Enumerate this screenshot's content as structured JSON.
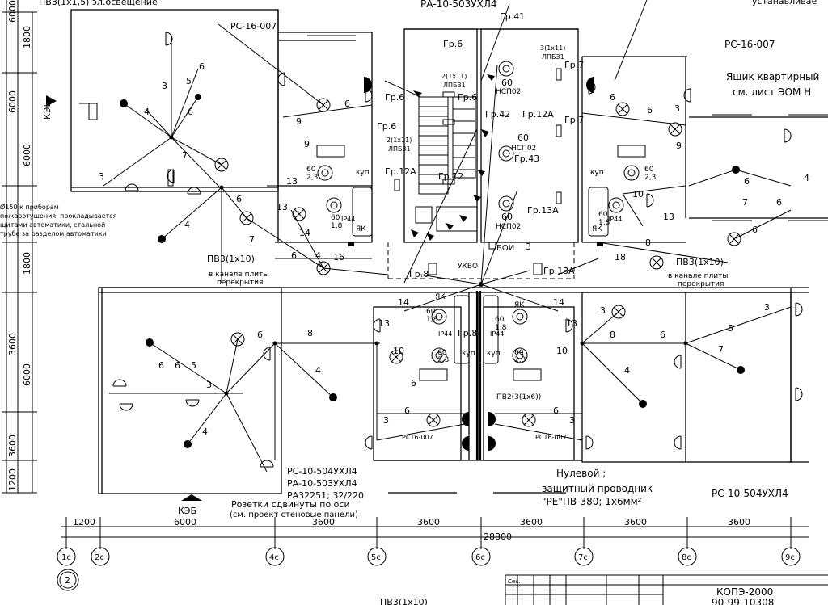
{
  "drawing": {
    "labels_top": {
      "pv3_top_left": "ПВ3(1х1,5)  эл.освещение",
      "ra_top": "РА-10-503УХЛ4",
      "ustan_top_right": "устанавливае",
      "rs16_left": "РС-16-007",
      "rs16_right": "РС-16-007",
      "yashik_line1": "Ящик квартирный",
      "yashik_line2": "см. лист ЭОМ Н"
    },
    "group_labels": {
      "gr6a": "Гр.6",
      "gr6b": "Гр.6",
      "gr6c": "Гр.6",
      "gr6d": "Гр.6",
      "gr41": "Гр.41",
      "gr42": "Гр.42",
      "gr12a_top": "Гр.12А",
      "gr43": "Гр.43",
      "gr7a": "Гр.7",
      "gr7b": "Гр.7",
      "gr12a_left": "Гр.12А",
      "gr12": "Гр.12",
      "gr13a_a": "Гр.13А",
      "gr13a_b": "Гр.13А",
      "gr8a": "Гр.8",
      "gr8b": "Гр.8"
    },
    "lamp_labels": {
      "lpb_a_1": "2(1х11)",
      "lpb_a_2": "ЛПБ31",
      "lpb_b_1": "3(1х11)",
      "lpb_b_2": "ЛПБ31",
      "lpb_c_1": "2(1х11)",
      "lpb_c_2": "ЛПБ31",
      "nsp60": "60",
      "nsp02": "НСП02",
      "ip44": "IP44",
      "kup": "куп",
      "yak": "ЯК",
      "ukvo": "УКВО",
      "boi": "БОИ",
      "val_60": "60",
      "val_18": "1,8",
      "val_23": "2,3"
    },
    "left_notes": {
      "kzb": "КЭБ",
      "note1": "Ø150 к приборам",
      "note2": "пожаротушения, прокладывается",
      "note3": "щитами автоматики, стальной",
      "note4": "трубе за разделом автоматики"
    },
    "mid_labels": {
      "pv3_left": "ПВ3(1х10)",
      "kanal_left_1": "в канале плиты",
      "kanal_left_2": "перекрытия",
      "pv3_right": "ПВ3(1х10)",
      "kanal_right_1": "в канале плиты",
      "kanal_right_2": "перекрытия",
      "rs16_small_left": "РС16-007",
      "rs16_small_right": "РС16-007",
      "pv2": "ПВ2(3(1х6))"
    },
    "bottom_labels": {
      "rs504_left": "РС-10-504УХЛ4",
      "ra503_left": "РА-10-503УХЛ4",
      "ra3225": "РА32251; 32/220",
      "rozetki_1": "Розетки сдвинуты по оси",
      "rozetki_2": "(см. проект стеновые панели)",
      "nulevoy": "Нулевой ;",
      "zashitny": "защитный проводник",
      "pe_pv": "\"РЕ\"ПВ-380;  1х6мм²",
      "rs504_right": "РС-10-504УХЛ4",
      "kzb_bottom": "КЭБ",
      "pv3_bottom": "ПВ3(1х10)",
      "sheet_col": "Сек.",
      "kope": "КОПЭ-2000",
      "sheet_code": "90-99-10308"
    },
    "dimensions": {
      "left_1800a": "1800",
      "left_6000a": "6000",
      "left_6000b": "6000",
      "left_1800b": "1800",
      "left_3600a": "3600",
      "left_6000c": "6000",
      "left_3600b": "3600",
      "left_1200": "1200",
      "left_6000top": "6000",
      "bot_1200": "1200",
      "bot_6000": "6000",
      "bot_3600a": "3600",
      "bot_3600b": "3600",
      "bot_3600c": "3600",
      "bot_3600d": "3600",
      "bot_3600e": "3600",
      "bot_28800": "28800"
    },
    "axes": [
      "1с",
      "2с",
      "4с",
      "5с",
      "6с",
      "7с",
      "8с",
      "9с"
    ],
    "axis_circle_2": "2",
    "wire_counts": {
      "n3": "3",
      "n4": "4",
      "n5": "5",
      "n6": "6",
      "n7": "7",
      "n8": "8",
      "n9": "9",
      "n10": "10",
      "n13": "13",
      "n14": "14",
      "n16": "16",
      "n18": "18"
    }
  }
}
